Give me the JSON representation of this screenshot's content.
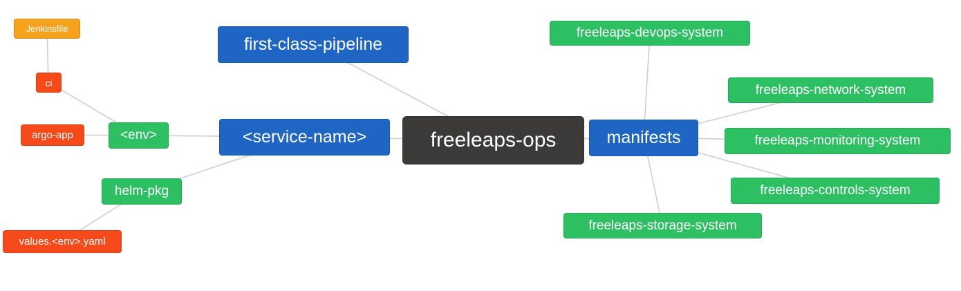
{
  "diagram": {
    "nodes": {
      "freeleaps_ops": {
        "label": "freeleaps-ops",
        "color": "#3b3a38"
      },
      "first_class_pipeline": {
        "label": "first-class-pipeline",
        "color": "#1f66c4"
      },
      "service_name": {
        "label": "<service-name>",
        "color": "#1f66c4"
      },
      "manifests": {
        "label": "manifests",
        "color": "#1f66c4"
      },
      "env": {
        "label": "<env>",
        "color": "#2dc062"
      },
      "helm_pkg": {
        "label": "helm-pkg",
        "color": "#2dc062"
      },
      "ci": {
        "label": "ci",
        "color": "#f64a1a"
      },
      "argo_app": {
        "label": "argo-app",
        "color": "#f64a1a"
      },
      "values_env_yaml": {
        "label": "values.<env>.yaml",
        "color": "#f64a1a"
      },
      "jenkinsfile": {
        "label": "Jenkinsfile",
        "color": "#f6a21c"
      },
      "freeleaps_devops_system": {
        "label": "freeleaps-devops-system",
        "color": "#2dc062"
      },
      "freeleaps_network_system": {
        "label": "freeleaps-network-system",
        "color": "#2dc062"
      },
      "freeleaps_monitoring_system": {
        "label": "freeleaps-monitoring-system",
        "color": "#2dc062"
      },
      "freeleaps_controls_system": {
        "label": "freeleaps-controls-system",
        "color": "#2dc062"
      },
      "freeleaps_storage_system": {
        "label": "freeleaps-storage-system",
        "color": "#2dc062"
      }
    },
    "edges": [
      [
        "jenkinsfile",
        "ci"
      ],
      [
        "ci",
        "env"
      ],
      [
        "argo_app",
        "env"
      ],
      [
        "env",
        "service_name"
      ],
      [
        "values_env_yaml",
        "helm_pkg"
      ],
      [
        "helm_pkg",
        "service_name"
      ],
      [
        "first_class_pipeline",
        "freeleaps_ops"
      ],
      [
        "service_name",
        "freeleaps_ops"
      ],
      [
        "freeleaps_ops",
        "manifests"
      ],
      [
        "manifests",
        "freeleaps_devops_system"
      ],
      [
        "manifests",
        "freeleaps_network_system"
      ],
      [
        "manifests",
        "freeleaps_monitoring_system"
      ],
      [
        "manifests",
        "freeleaps_controls_system"
      ],
      [
        "manifests",
        "freeleaps_storage_system"
      ]
    ],
    "colors": {
      "root_bg": "#3b3a38",
      "branch_bg": "#1f66c4",
      "green_bg": "#2dc062",
      "red_bg": "#f64a1a",
      "orange_bg": "#f6a21c",
      "edge": "#cfcfcf",
      "text": "#ffffff",
      "background": "#ffffff"
    }
  }
}
